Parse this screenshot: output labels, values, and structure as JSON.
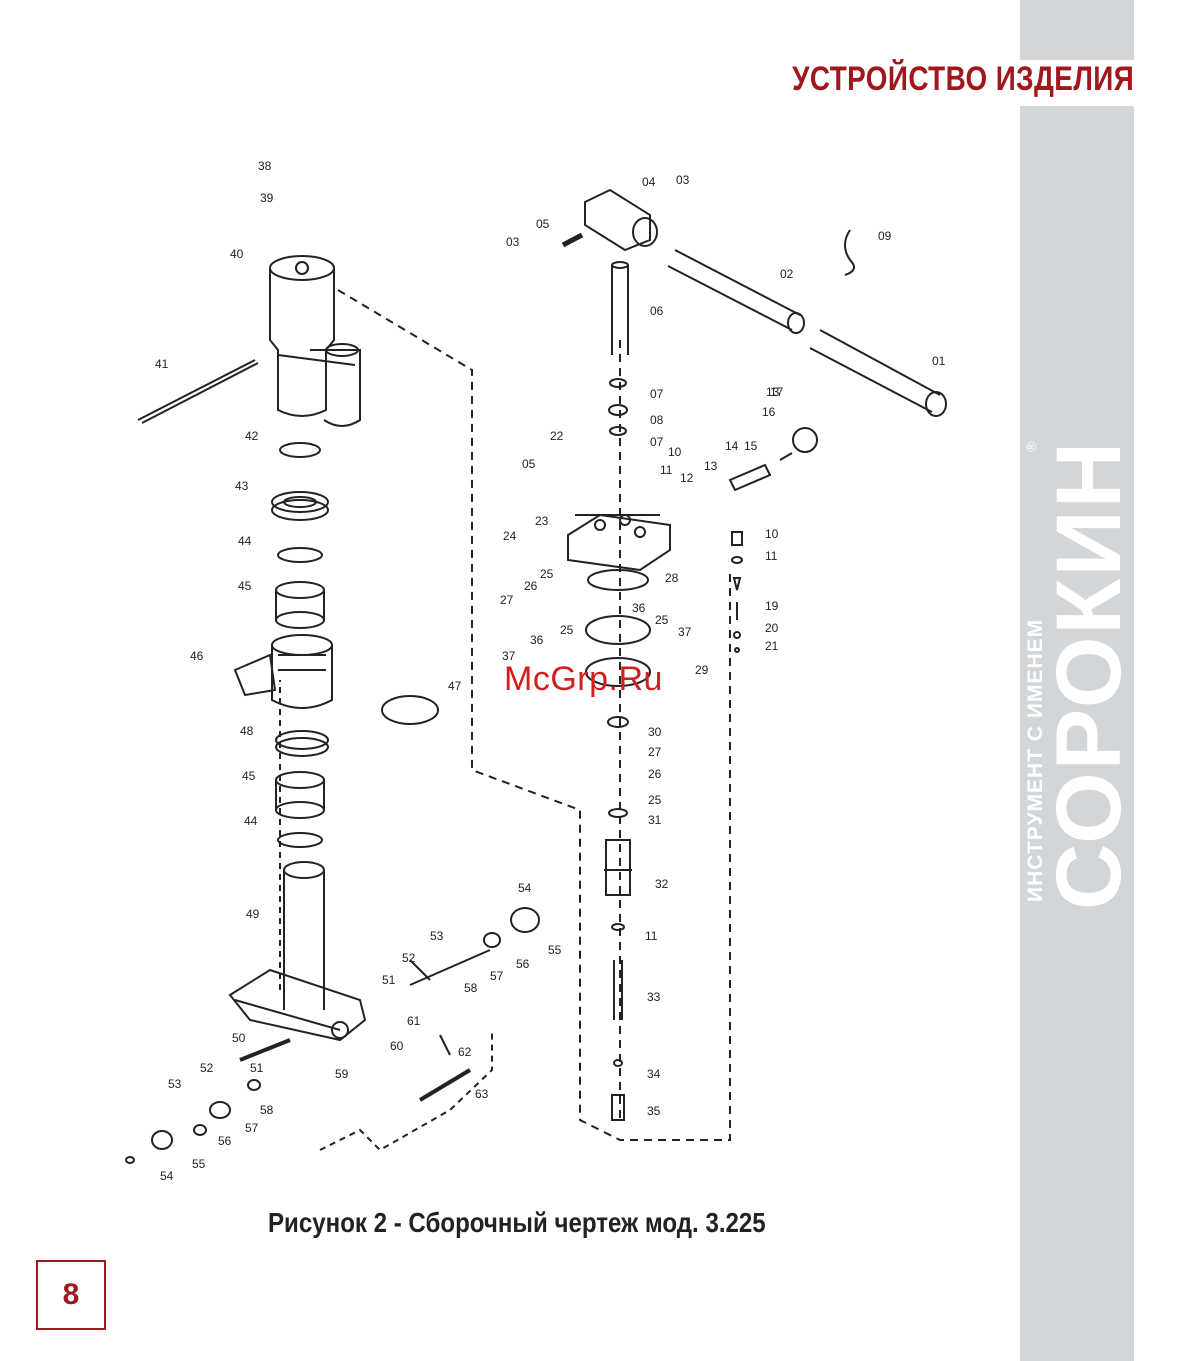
{
  "header": {
    "section_title": "УСТРОЙСТВО ИЗДЕЛИЯ"
  },
  "brand": {
    "name": "СОРОКИН",
    "tagline": "ИНСТРУМЕНТ С ИМЕНЕМ",
    "mark": "®"
  },
  "figure": {
    "caption": "Рисунок 2 - Сборочный чертеж мод. 3.225",
    "watermark": "McGrp.Ru",
    "part_labels": [
      "01",
      "02",
      "03",
      "03",
      "04",
      "05",
      "05",
      "06",
      "07",
      "07",
      "08",
      "09",
      "10",
      "10",
      "11",
      "11",
      "11",
      "12",
      "13",
      "13",
      "14",
      "15",
      "16",
      "17",
      "19",
      "20",
      "21",
      "22",
      "23",
      "24",
      "25",
      "25",
      "25",
      "25",
      "26",
      "26",
      "27",
      "27",
      "28",
      "29",
      "30",
      "31",
      "32",
      "33",
      "34",
      "35",
      "36",
      "36",
      "37",
      "37",
      "38",
      "39",
      "40",
      "41",
      "42",
      "43",
      "44",
      "44",
      "45",
      "45",
      "46",
      "47",
      "48",
      "49",
      "50",
      "51",
      "51",
      "52",
      "52",
      "53",
      "53",
      "54",
      "54",
      "55",
      "55",
      "56",
      "56",
      "57",
      "57",
      "58",
      "58",
      "59",
      "60",
      "61",
      "62",
      "63"
    ]
  },
  "footer": {
    "page_number": "8"
  },
  "colors": {
    "accent": "#a0181d",
    "sidebar": "#d3d6d8",
    "watermark": "#cf1f1f"
  }
}
